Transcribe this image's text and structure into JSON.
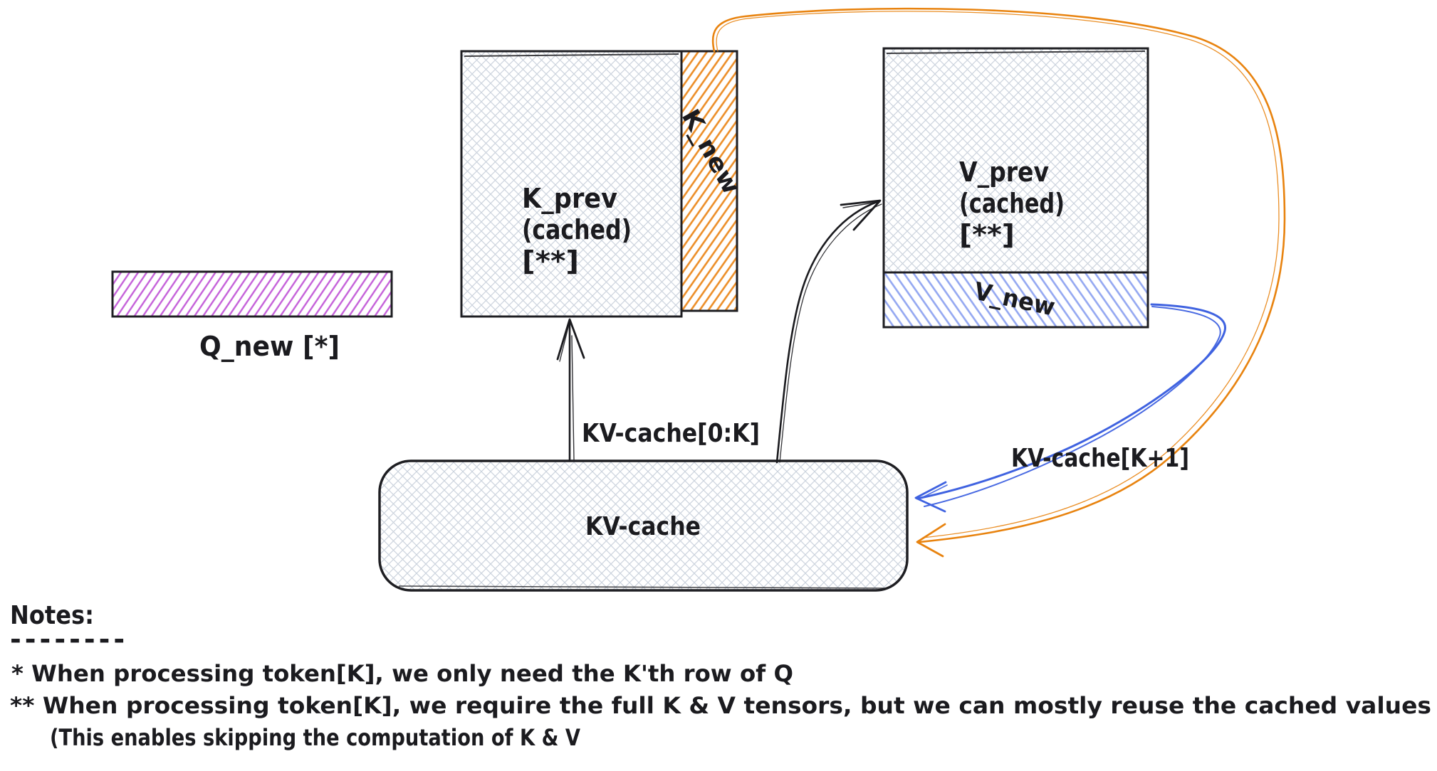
{
  "colors": {
    "ink": "#1b1b1f",
    "purple_stroke": "#be4bdb",
    "orange_stroke": "#e8830f",
    "blue_stroke": "#3f62e0",
    "hatch_gray": "#ccd3dd",
    "hatch_purple": "#c45fd9",
    "hatch_orange": "#ec8d26",
    "hatch_blue": "#93a7f1"
  },
  "matrices": {
    "q_new": {
      "label": "Q_new [*]"
    },
    "k_prev": {
      "line1": "K_prev",
      "line2": "(cached)",
      "line3": "[**]"
    },
    "k_new": {
      "label": "K_new"
    },
    "v_prev": {
      "line1": "V_prev",
      "line2": "(cached)",
      "line3": "[**]"
    },
    "v_new": {
      "label": "V_new"
    },
    "kv_cache": {
      "label": "KV-cache"
    }
  },
  "arrows": {
    "read_label": "KV-cache[0:K]",
    "write_label": "KV-cache[K+1]"
  },
  "notes": {
    "title": "Notes:",
    "divider": "--------",
    "line1": "* When processing token[K], we only need the K'th row of Q",
    "line2": "** When processing token[K], we require the full K & V tensors, but we can mostly reuse the cached values",
    "line3": "(This enables skipping the computation of K & V"
  }
}
